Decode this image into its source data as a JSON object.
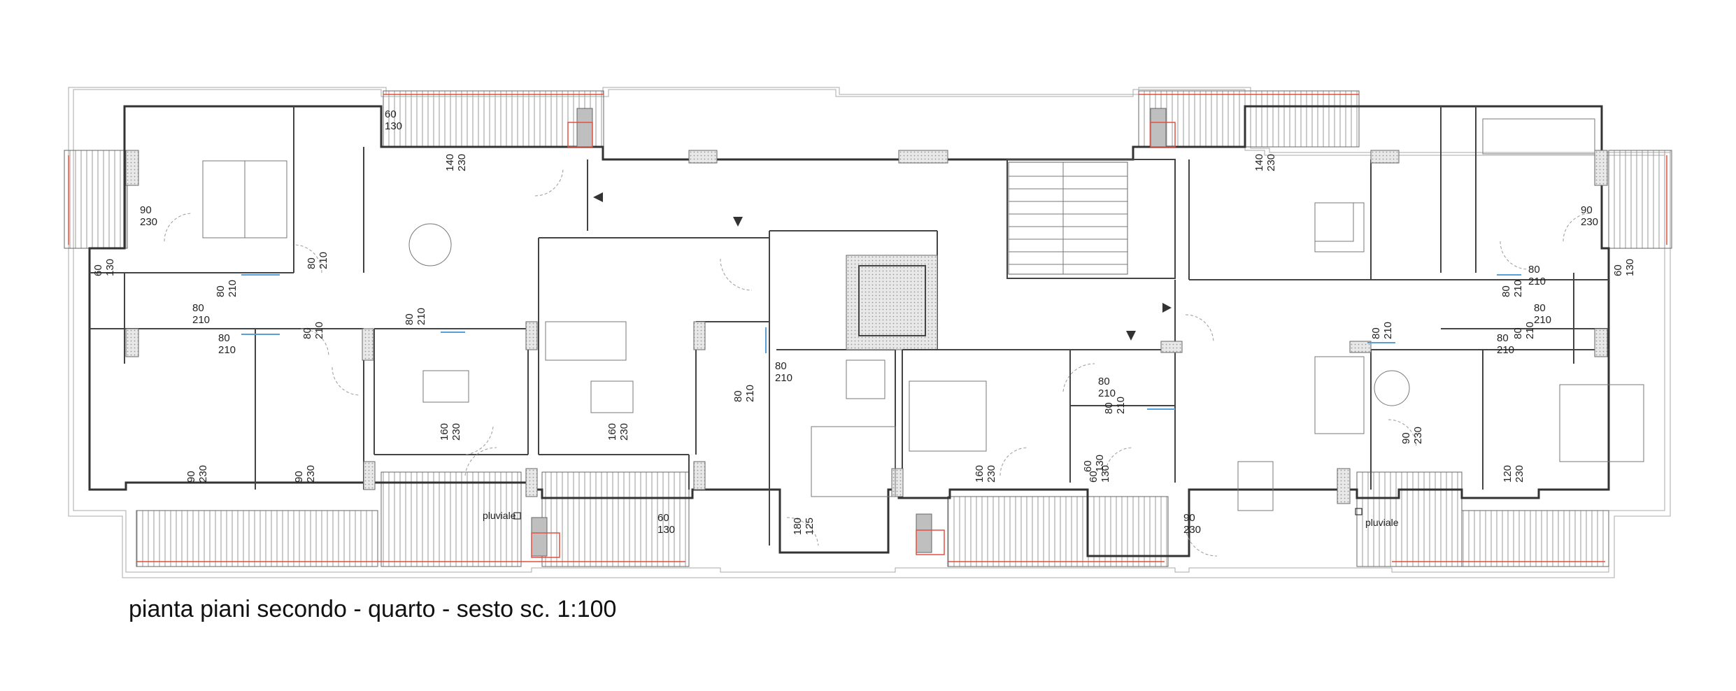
{
  "caption": "pianta piani secondo - quarto - sesto sc. 1:100",
  "labels": {
    "pluviale_left": "pluviale",
    "pluviale_right": "pluviale"
  },
  "dimensions": [
    {
      "w": "60",
      "h": "130"
    },
    {
      "w": "140",
      "h": "230"
    },
    {
      "w": "90",
      "h": "230"
    },
    {
      "w": "60",
      "h": "130"
    },
    {
      "w": "80",
      "h": "210"
    },
    {
      "w": "80",
      "h": "210"
    },
    {
      "w": "80",
      "h": "210"
    },
    {
      "w": "80",
      "h": "210"
    },
    {
      "w": "80",
      "h": "210"
    },
    {
      "w": "80",
      "h": "210"
    },
    {
      "w": "160",
      "h": "230"
    },
    {
      "w": "160",
      "h": "230"
    },
    {
      "w": "90",
      "h": "230"
    },
    {
      "w": "90",
      "h": "230"
    },
    {
      "w": "80",
      "h": "210"
    },
    {
      "w": "80",
      "h": "210"
    },
    {
      "w": "60",
      "h": "130"
    },
    {
      "w": "180",
      "h": "125"
    },
    {
      "w": "60",
      "h": "130"
    },
    {
      "w": "140",
      "h": "230"
    },
    {
      "w": "90",
      "h": "230"
    },
    {
      "w": "60",
      "h": "130"
    },
    {
      "w": "80",
      "h": "210"
    },
    {
      "w": "80",
      "h": "210"
    },
    {
      "w": "80",
      "h": "210"
    },
    {
      "w": "80",
      "h": "210"
    },
    {
      "w": "80",
      "h": "210"
    },
    {
      "w": "80",
      "h": "210"
    },
    {
      "w": "80",
      "h": "210"
    },
    {
      "w": "80",
      "h": "210"
    },
    {
      "w": "160",
      "h": "230"
    },
    {
      "w": "60",
      "h": "130"
    },
    {
      "w": "90",
      "h": "230"
    },
    {
      "w": "90",
      "h": "230"
    },
    {
      "w": "120",
      "h": "230"
    }
  ]
}
